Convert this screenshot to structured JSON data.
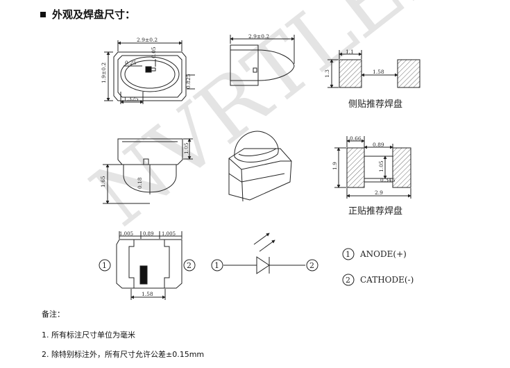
{
  "heading": "外观及焊盘尺寸：",
  "watermark": "NVRTLED",
  "top_view": {
    "width": "2.9±0.2",
    "height": "1.9±0.2",
    "r": "0.25",
    "d1": "0.05",
    "d2": "0.825",
    "base": "1.325"
  },
  "side_view": {
    "width": "2.9±0.2"
  },
  "front_view": {
    "top": "1.05",
    "height": "1.65",
    "lens": "0.18"
  },
  "side_pad": {
    "w": "1.1",
    "h": "1.3",
    "gap": "1.58",
    "caption": "侧贴推荐焊盘"
  },
  "front_pad": {
    "left_w": "0.66",
    "notch_w": "0.89",
    "height": "1.9",
    "notch_h": "1.05",
    "foot": "0.345",
    "total": "2.9",
    "caption": "正贴推荐焊盘"
  },
  "bottom_view": {
    "d1": "1.005",
    "d2": "0.89",
    "d3": "1.005",
    "base": "1.58"
  },
  "pins": {
    "p1": "1",
    "p2": "2"
  },
  "legend": {
    "anode": "ANODE(+)",
    "cathode": "CATHODE(-)"
  },
  "notes": {
    "title": "备注：",
    "items": [
      "1.  所有标注尺寸单位为毫米",
      "2.  除特别标注外，所有尺寸允许公差±0.15mm"
    ]
  }
}
